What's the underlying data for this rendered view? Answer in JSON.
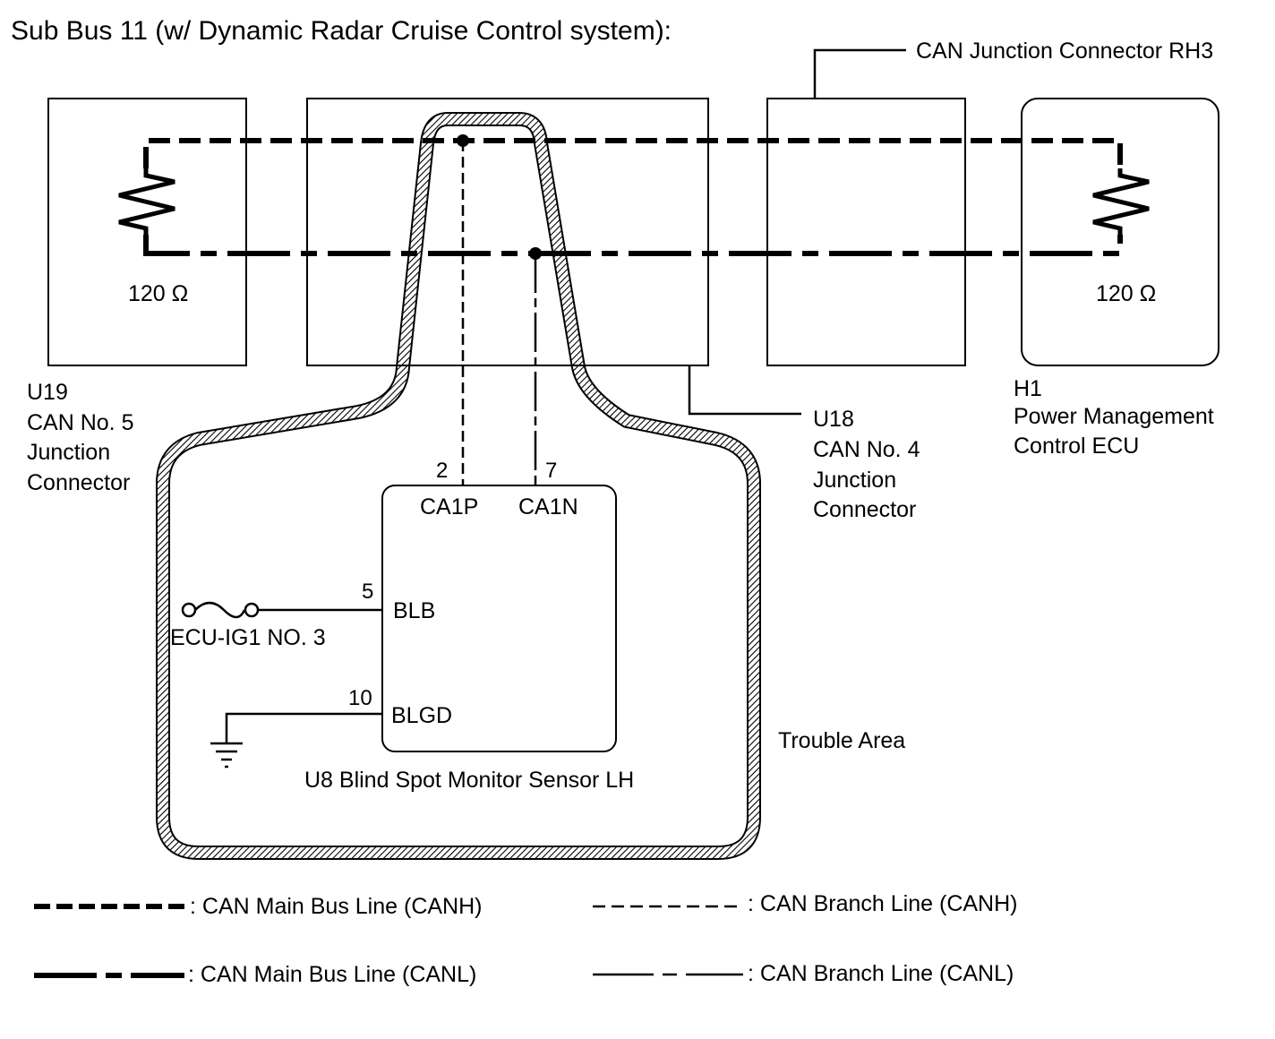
{
  "title": "Sub Bus 11 (w/ Dynamic Radar Cruise Control system):",
  "components": {
    "u19": {
      "code": "U19",
      "name_line1": "CAN No. 5",
      "name_line2": "Junction",
      "name_line3": "Connector",
      "resistor": "120 Ω"
    },
    "u18": {
      "code": "U18",
      "name_line1": "CAN No. 4",
      "name_line2": "Junction",
      "name_line3": "Connector"
    },
    "rh3": {
      "name": "CAN Junction Connector RH3"
    },
    "h1": {
      "code": "H1",
      "name_line1": "Power Management",
      "name_line2": "Control ECU",
      "resistor": "120 Ω"
    },
    "u8": {
      "label": "U8  Blind Spot Monitor Sensor LH",
      "pins": [
        {
          "number": "2",
          "name": "CA1P"
        },
        {
          "number": "7",
          "name": "CA1N"
        },
        {
          "number": "5",
          "name": "BLB"
        },
        {
          "number": "10",
          "name": "BLGD"
        }
      ]
    }
  },
  "fuse": "ECU-IG1 NO. 3",
  "trouble_area": "Trouble Area",
  "legend": [
    {
      "style": "main-canh",
      "label": ": CAN Main Bus Line (CANH)"
    },
    {
      "style": "branch-canh",
      "label": ": CAN Branch Line (CANH)"
    },
    {
      "style": "main-canl",
      "label": ": CAN Main Bus Line (CANL)"
    },
    {
      "style": "branch-canl",
      "label": ": CAN Branch Line (CANL)"
    }
  ],
  "colors": {
    "line": "#000000",
    "background": "#ffffff"
  }
}
